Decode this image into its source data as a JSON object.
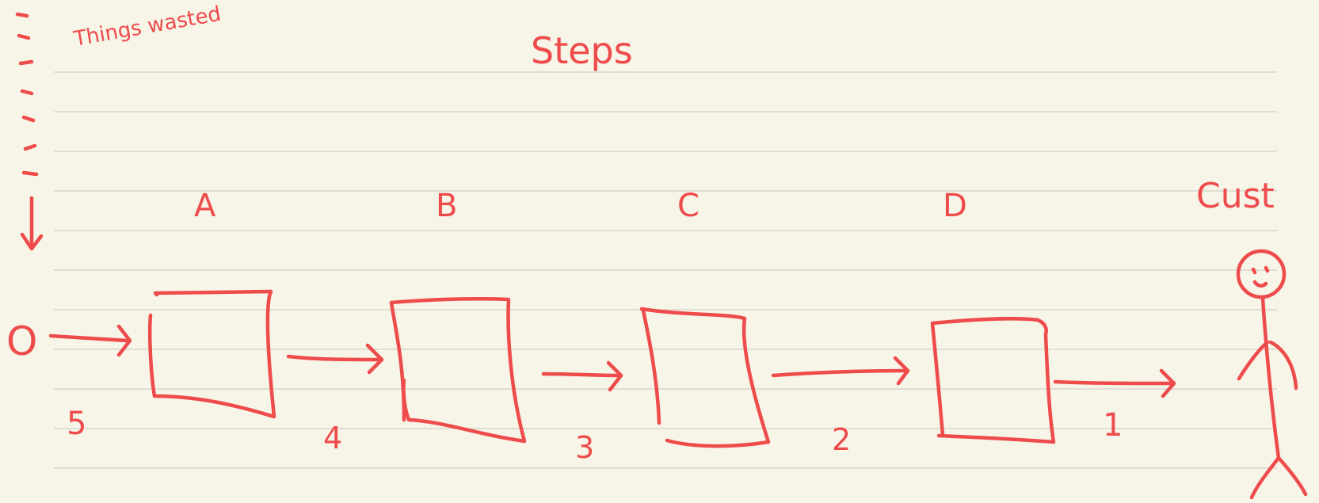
{
  "title": "Steps",
  "side_label": "Things wasted",
  "customer_label": "Cust",
  "start_symbol": "O",
  "steps": [
    {
      "label": "A"
    },
    {
      "label": "B"
    },
    {
      "label": "C"
    },
    {
      "label": "D"
    }
  ],
  "arrow_counts": [
    "5",
    "4",
    "3",
    "2",
    "1"
  ],
  "colors": {
    "ink": "#ee4b4b",
    "paper": "#f7f4e8",
    "rule": "#d3d1c8"
  }
}
